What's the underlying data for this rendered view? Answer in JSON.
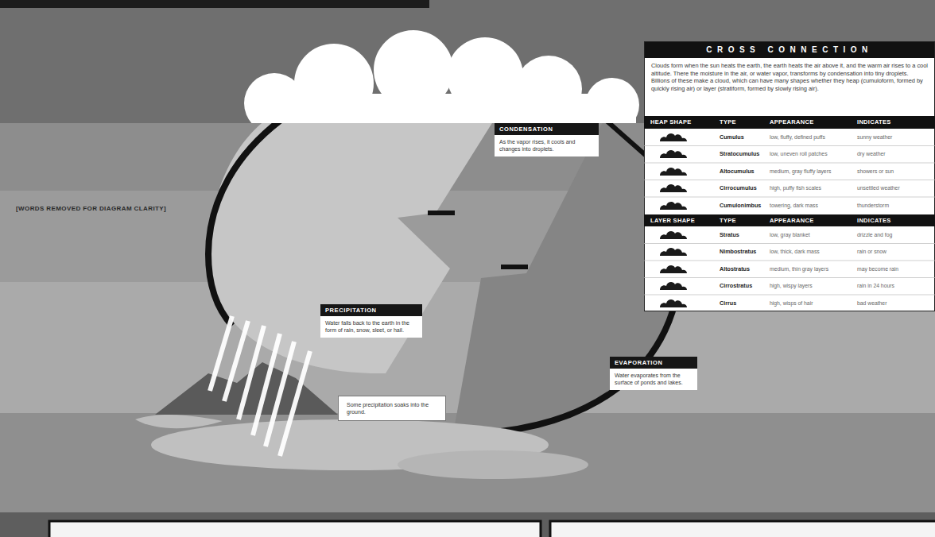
{
  "diagram": {
    "nodes": [
      {
        "text": [
          "CROSS CONNECTION",
          "Clouds form when the sun heats the earth, the earth heats the air above it, and the warm air rises to a cool altitude. There the moisture in the air, or water vapor, transforms by condensation into tiny droplets. Billions of these make a cloud, which can have many shapes whether they heap (cumuloform, formed by quickly rising air) or layer (stratiform, formed by slowly rising air)."
        ]
      },
      {
        "text": [
          "CONDENSATION",
          "As the vapor rises, it cools and changes into droplets."
        ]
      },
      {
        "text": [
          "PRECIPITATION",
          "Water falls back to the earth in the form of rain, snow, sleet, or hail."
        ]
      },
      {
        "text": [
          "EVAPORATION",
          "Water evaporates from the surface of ponds and lakes."
        ]
      },
      {
        "text": [
          "Some precipitation soaks into the ground."
        ]
      }
    ],
    "labels": [
      "[WORDS REMOVED FOR DIAGRAM CLARITY]",
      "HEAP SHAPE",
      "TYPE",
      "APPEARANCE",
      "INDICATES",
      "Cumulus",
      "low, fluffy, defined puffs",
      "sunny weather",
      "Stratocumulus",
      "low, uneven roll patches",
      "dry weather",
      "Altocumulus",
      "medium, gray fluffy layers",
      "showers or sun",
      "Cirrocumulus",
      "high, puffy fish scales",
      "unsettled weather",
      "Cumulonimbus",
      "towering, dark mass",
      "thunderstorm",
      "LAYER SHAPE",
      "TYPE",
      "APPEARANCE",
      "INDICATES",
      "Stratus",
      "low, gray blanket",
      "drizzle and fog",
      "Nimbostratus",
      "low, thick, dark mass",
      "rain or snow",
      "Altostratus",
      "medium, thin gray layers",
      "may become rain",
      "Cirrostratus",
      "high, wispy layers",
      "rain in 24 hours",
      "Cirrus",
      "high, wisps of hair",
      "bad weather"
    ]
  }
}
